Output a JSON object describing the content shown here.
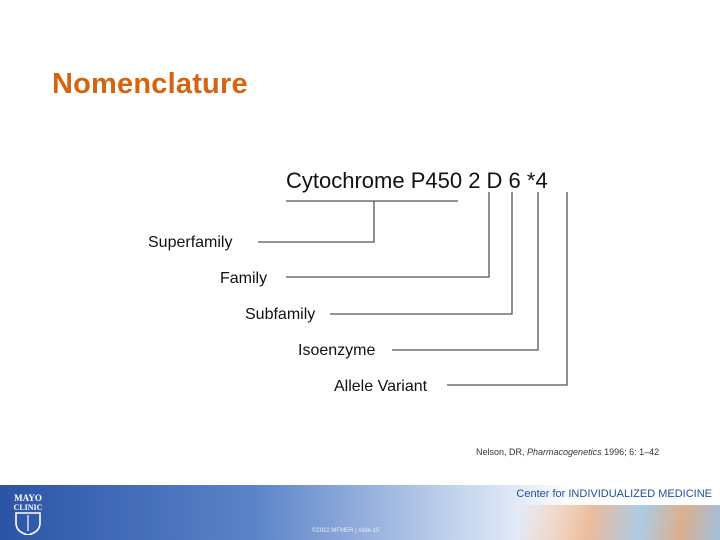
{
  "slide": {
    "title": "Nomenclature"
  },
  "diagram": {
    "header": "Cytochrome P450 2 D 6 *4",
    "labels": [
      "Superfamily",
      "Family",
      "Subfamily",
      "Isoenzyme",
      "Allele Variant"
    ]
  },
  "citation": {
    "author": "Nelson, DR,",
    "journal": "Pharmacogenetics",
    "details": "1996; 6: 1–42"
  },
  "footer": {
    "logo_line1": "MAYO",
    "logo_line2": "CLINIC",
    "tagline": "Center for INDIVIDUALIZED MEDICINE",
    "small_text": "©2012 MFMER  |  slide-15"
  },
  "colors": {
    "title": "#d4640f",
    "footer_blue": "#2b54a7",
    "tagline": "#1d4f9c"
  }
}
